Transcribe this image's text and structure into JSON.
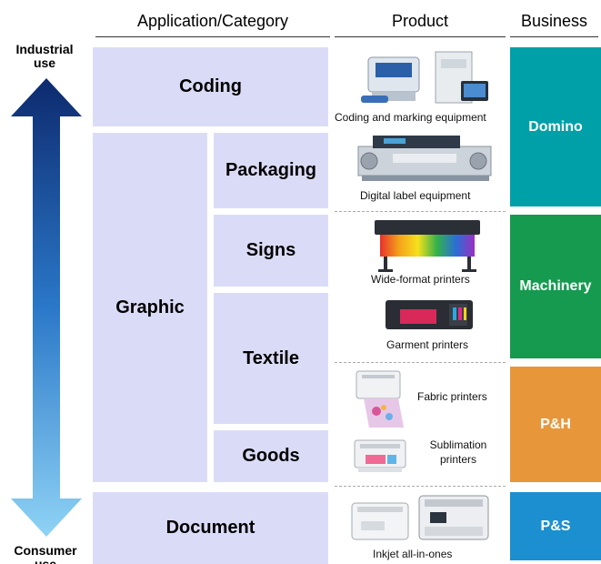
{
  "headers": {
    "application": "Application/Category",
    "product": "Product",
    "business": "Business"
  },
  "axis": {
    "top_label": "Industrial use",
    "bottom_label": "Consumer use"
  },
  "categories": {
    "coding": "Coding",
    "graphic": "Graphic",
    "packaging": "Packaging",
    "signs": "Signs",
    "textile": "Textile",
    "goods": "Goods",
    "document": "Document"
  },
  "products": {
    "coding_marking": "Coding and marking equipment",
    "digital_label": "Digital label equipment",
    "wide_format": "Wide-format printers",
    "garment": "Garment printers",
    "fabric": "Fabric printers",
    "sublimation": "Sublimation printers",
    "inkjet": "Inkjet all-in-ones"
  },
  "business": {
    "domino": "Domino",
    "machinery": "Machinery",
    "ph": "P&H",
    "ps": "P&S"
  },
  "colors": {
    "category_fill": "#dadcf7",
    "domino": "#00a0a8",
    "machinery": "#159a4f",
    "ph": "#e8963a",
    "ps": "#1b8fd0",
    "arrow_top": "#0d2a6e",
    "arrow_bottom": "#8fd3f5"
  }
}
